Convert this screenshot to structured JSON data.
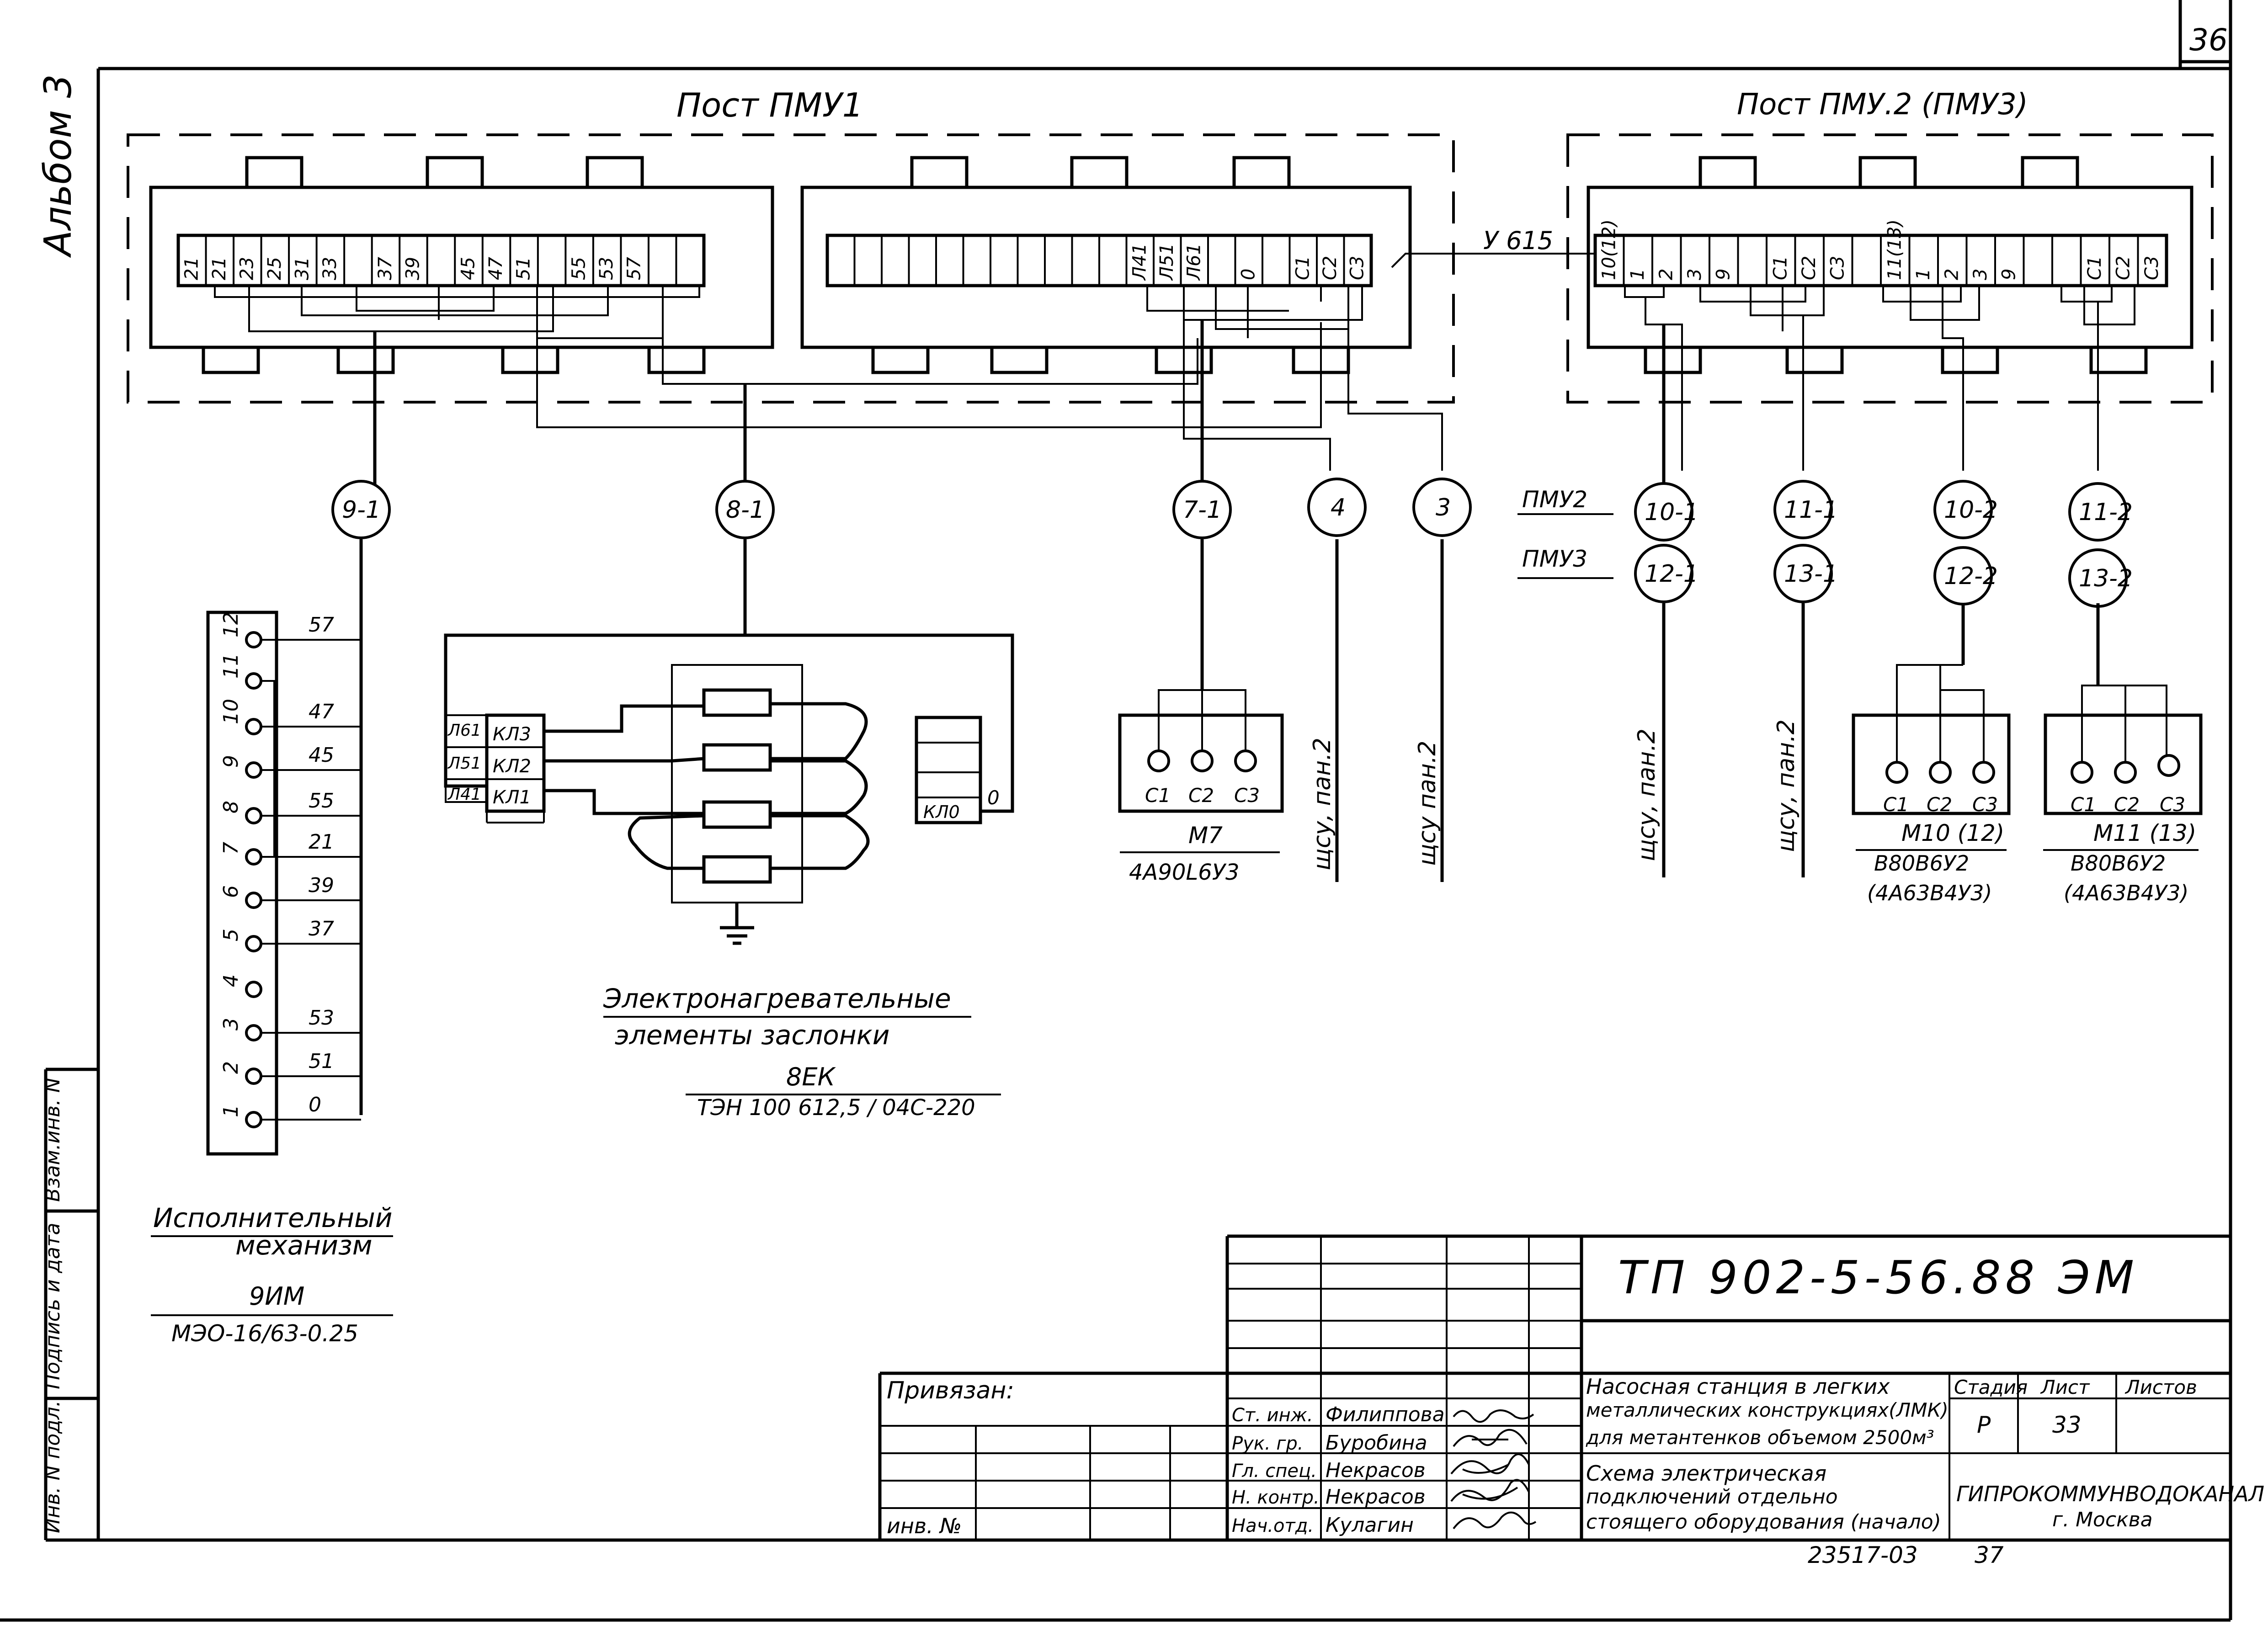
{
  "sheet": {
    "page_number": "36",
    "album": "Альбом 3",
    "bottom_code": "23517-03",
    "bottom_code_page": "37"
  },
  "posts": {
    "pmu1_title": "Пост   ПМУ1",
    "pmu2_title": "Пост   ПМУ.2   (ПМУ3)"
  },
  "terminals": {
    "post1_block1": [
      "21",
      "21",
      "23",
      "25",
      "31",
      "33",
      "",
      "37",
      "39",
      "",
      "45",
      "47",
      "51",
      "",
      "55",
      "53",
      "57",
      "",
      ""
    ],
    "post1_block2": [
      "",
      "",
      "",
      "",
      "",
      "",
      "",
      "",
      "",
      "",
      "",
      "Л41",
      "Л51",
      "Л61",
      "",
      "0",
      "",
      "С1",
      "С2",
      "С3"
    ],
    "post2": [
      "10(12)",
      "1",
      "2",
      "3",
      "9",
      "",
      "С1",
      "С2",
      "С3",
      "",
      "11(13)",
      "1",
      "2",
      "3",
      "9",
      "",
      "",
      "С1",
      "С2",
      "С3"
    ]
  },
  "labels": {
    "cable_u615": "У 615",
    "pmu2": "ПМУ2",
    "pmu3": "ПМУ3"
  },
  "cables": [
    "9-1",
    "8-1",
    "7-1",
    "4",
    "3",
    "10-1",
    "12-1",
    "11-1",
    "13-1",
    "10-2",
    "12-2",
    "11-2",
    "13-2"
  ],
  "actuator": {
    "terminals": [
      "12",
      "11",
      "10",
      "9",
      "8",
      "7",
      "6",
      "5",
      "4",
      "3",
      "2",
      "1"
    ],
    "wires": [
      "57",
      "47",
      "45",
      "55",
      "21",
      "39",
      "37",
      "53",
      "51",
      "0"
    ],
    "title": "Исполнительный",
    "subtitle": "механизм",
    "designation": "9ИМ",
    "type": "МЭО-16/63-0.25"
  },
  "heater": {
    "wire_labels": [
      "Л61",
      "Л51",
      "Л41"
    ],
    "terminals": [
      "КЛ3",
      "КЛ2",
      "КЛ1"
    ],
    "kl0": "КЛ0",
    "kl0_wire": "0",
    "title": "Электронагревательные",
    "subtitle": "элементы    заслонки",
    "designation": "8ЕК",
    "type": "ТЭН 100 612,5 / 04С-220"
  },
  "motors": {
    "m7": {
      "name": "М7",
      "type": "4А90L6У3",
      "terminals": [
        "С1",
        "С2",
        "С3"
      ]
    },
    "m10": {
      "name": "М10 (12)",
      "type": "В80В6У2",
      "type2": "(4А63В4У3)",
      "terminals": [
        "С1",
        "С2",
        "С3"
      ]
    },
    "m11": {
      "name": "М11  (13)",
      "type": "В80В6У2",
      "type2": "(4А63В4У3)",
      "terminals": [
        "С1",
        "С2",
        "С3"
      ]
    }
  },
  "panel_refs": [
    "щсу, пан.2",
    "щсу  пан.2",
    "щсу, пан.2",
    "щсу, пан.2"
  ],
  "left_strip": [
    "Инв. N подл.",
    "Подпись и дата",
    "Взам.инв. N"
  ],
  "title_block": {
    "doc_code": "ТП 902-5-56.88  ЭМ",
    "privyazan": "Привязан:",
    "inv_no": "инв. №",
    "roles": [
      "Ст. инж.",
      "Рук. гр.",
      "Гл. спец.",
      "Н. контр.",
      "Нач.отд."
    ],
    "names": [
      "Филиппова",
      "Буробина",
      "Некрасов",
      "Некрасов",
      "Кулагин"
    ],
    "project_line1": "Насосная станция в легких",
    "project_line2": "металлических конструкциях(ЛМК)",
    "project_line3": "для метантенков объемом 2500м³",
    "stage_header": "Стадия",
    "sheet_header": "Лист",
    "sheets_header": "Листов",
    "stage": "Р",
    "sheet_no": "33",
    "drawing_line1": "Схема   электрическая",
    "drawing_line2": "подключений   отдельно",
    "drawing_line3": "стоящего оборудования (начало)",
    "org": "ГИПРОКОММУНВОДОКАНАЛ",
    "city": "г. Москва"
  }
}
